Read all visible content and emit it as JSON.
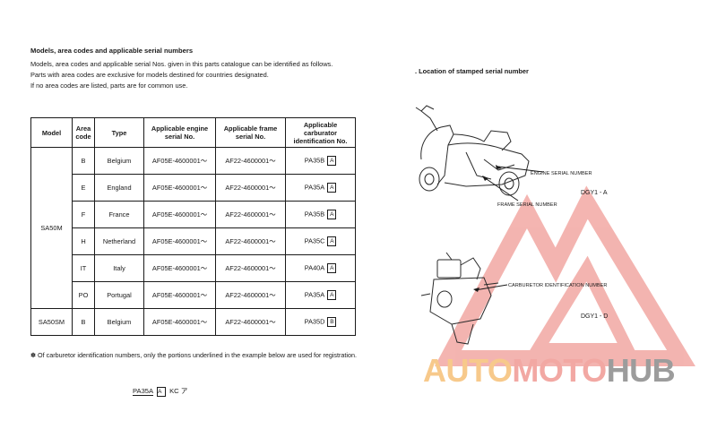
{
  "left": {
    "heading": "Models, area codes and applicable serial numbers",
    "para1": "Models, area codes and applicable serial Nos. given in this parts catalogue can be identified as follows.",
    "para2": "Parts with area codes are exclusive for models destined for countries designated.",
    "para3": "If no area codes are listed, parts are for common use."
  },
  "table": {
    "headers": {
      "model": "Model",
      "area": "Area code",
      "type": "Type",
      "engine": "Applicable engine serial No.",
      "frame": "Applicable frame serial No.",
      "carb": "Applicable carburator identification No."
    },
    "group1": {
      "model": "SA50M",
      "rows": [
        {
          "area": "B",
          "type": "Belgium",
          "engine": "AF05E-4600001～",
          "frame": "AF22-4600001～",
          "carb": "PA35B",
          "box": "A"
        },
        {
          "area": "E",
          "type": "England",
          "engine": "AF05E-4600001～",
          "frame": "AF22-4600001～",
          "carb": "PA35A",
          "box": "A"
        },
        {
          "area": "F",
          "type": "France",
          "engine": "AF05E-4600001～",
          "frame": "AF22-4600001～",
          "carb": "PA35B",
          "box": "A"
        },
        {
          "area": "H",
          "type": "Netherland",
          "engine": "AF05E-4600001～",
          "frame": "AF22-4600001～",
          "carb": "PA35C",
          "box": "A"
        },
        {
          "area": "IT",
          "type": "Italy",
          "engine": "AF05E-4600001～",
          "frame": "AF22-4600001～",
          "carb": "PA40A",
          "box": "A"
        },
        {
          "area": "PO",
          "type": "Portugal",
          "engine": "AF05E-4600001～",
          "frame": "AF22-4600001～",
          "carb": "PA35A",
          "box": "A"
        }
      ]
    },
    "group2": {
      "model": "SA50SM",
      "row": {
        "area": "B",
        "type": "Belgium",
        "engine": "AF05E-4600001～",
        "frame": "AF22-4600001～",
        "carb": "PA35D",
        "box": "B"
      }
    }
  },
  "footnote": "✽ Of carburetor identification numbers, only the portions underlined in the example below are used for registration.",
  "example": {
    "part1": "PA35A",
    "box": "A",
    "part2": "KC",
    "mark": "ア"
  },
  "right": {
    "title": ". Location of stamped serial number",
    "engine_label": "ENGINE SERIAL NUMBER",
    "frame_label": "FRAME SERIAL NUMBER",
    "code1": "DGY1 - A",
    "carb_label": "CARBURETOR IDENTIFICATION NUMBER",
    "code2": "DGY1 - D"
  },
  "watermark": {
    "auto": "AUTO",
    "moto": "MOTO",
    "hub": "HUB"
  },
  "colors": {
    "watermark_red": "#f2a8a3",
    "watermark_orange": "#f7c98b",
    "watermark_gray": "#9c9c9c"
  }
}
